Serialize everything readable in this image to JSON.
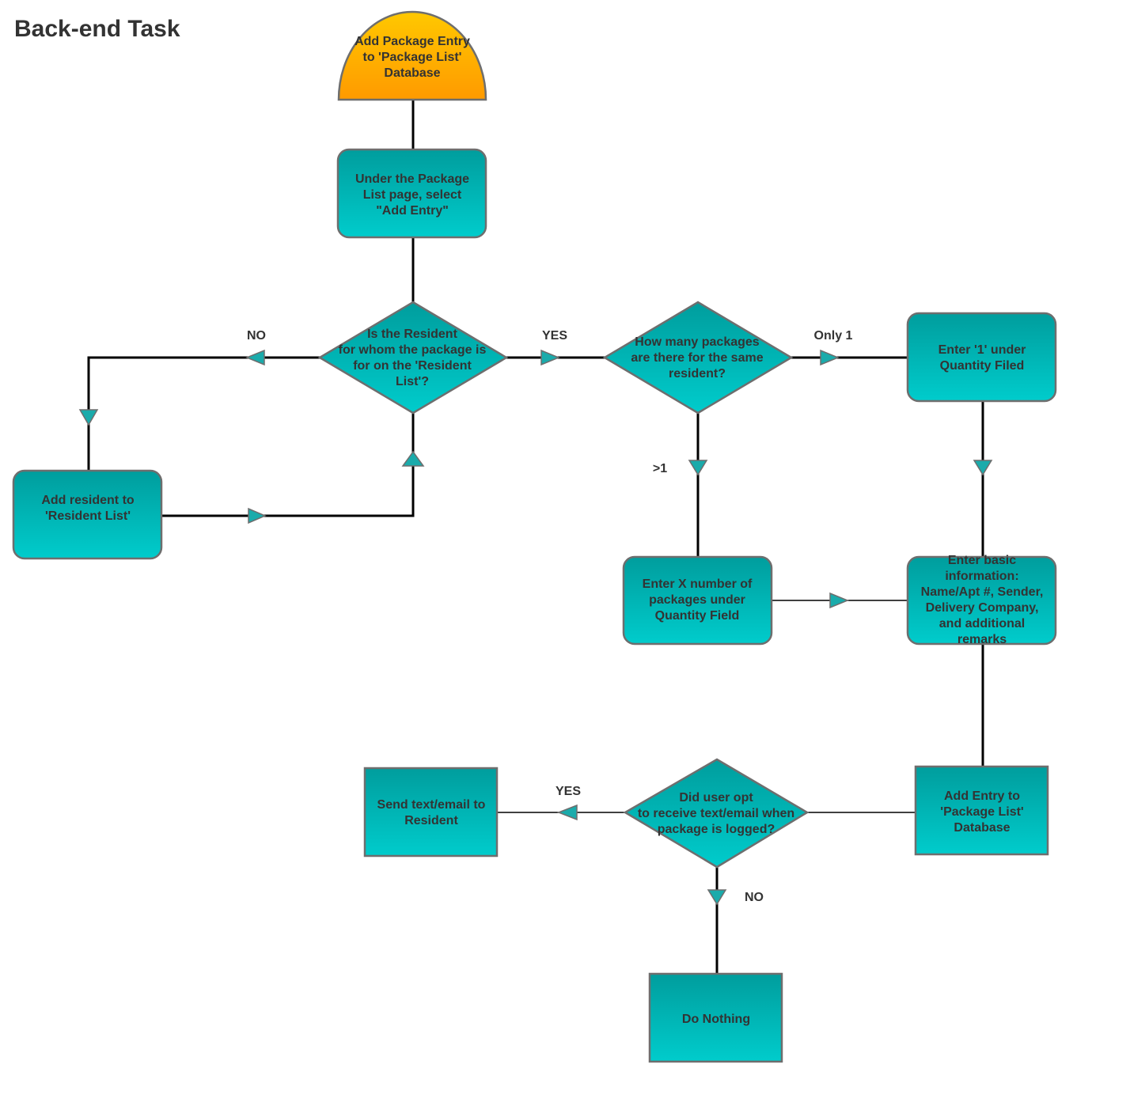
{
  "title": "Back-end Task",
  "colors": {
    "box_top": "#009d9d",
    "box_bottom": "#00cccc",
    "start_top": "#ffc800",
    "start_bottom": "#ff9a00",
    "stroke": "#6e6e6e",
    "line": "#000000",
    "text": "#333333"
  },
  "nodes": {
    "start": [
      "Add Package Entry",
      "to 'Package List'",
      "Database"
    ],
    "select_add_entry": [
      "Under the Package",
      "List page, select",
      "\"Add Entry\""
    ],
    "resident_check": [
      "Is the Resident",
      "for whom the package is",
      "for on the 'Resident",
      "List'?"
    ],
    "add_resident": [
      "Add resident to",
      "'Resident List'"
    ],
    "how_many": [
      "How many packages",
      "are there for the same",
      "resident?"
    ],
    "enter_one": [
      "Enter '1' under",
      "Quantity Filed"
    ],
    "enter_x": [
      "Enter X number of",
      "packages under",
      "Quantity Field"
    ],
    "basic_info": [
      "Enter basic",
      "information:",
      "Name/Apt #, Sender,",
      "Delivery Company,",
      "and additional",
      "remarks"
    ],
    "add_entry_db": [
      "Add Entry to",
      "'Package List'",
      "Database"
    ],
    "opt_in": [
      "Did user opt",
      "to receive text/email when",
      "package is logged?"
    ],
    "send_text": [
      "Send text/email to",
      "Resident"
    ],
    "do_nothing": [
      "Do Nothing"
    ]
  },
  "edge_labels": {
    "no_resident": "NO",
    "yes_resident": "YES",
    "only_one": "Only 1",
    "more_than_one": ">1",
    "yes_opt": "YES",
    "no_opt": "NO"
  }
}
